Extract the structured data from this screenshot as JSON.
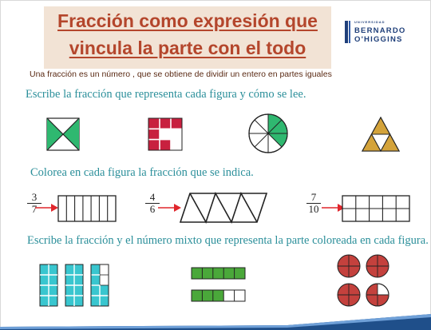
{
  "title": {
    "line1": "Fracción como expresión que",
    "line2": "vincula la parte con el todo"
  },
  "logo": {
    "small": "UNIVERSIDAD",
    "line1": "BERNARDO",
    "line2": "O'HIGGINS"
  },
  "definition": "Una fracción es un número , que se obtiene de dividir un entero en partes iguales",
  "instructions": {
    "write_fraction": "Escribe la fracción que representa cada figura y cómo se lee.",
    "color_figure": "Colorea en cada figura la fracción que se indica.",
    "mixed_number": "Escribe la fracción y el número mixto que representa la parte coloreada en cada figura."
  },
  "fractions": [
    {
      "num": "3",
      "den": "7"
    },
    {
      "num": "4",
      "den": "6"
    },
    {
      "num": "7",
      "den": "10"
    }
  ],
  "colors": {
    "title": "#b4462c",
    "instruction": "#2b8f9a",
    "green": "#2fb870",
    "crimson": "#c8203f",
    "orange": "#d4a33a",
    "teal": "#39c6cf",
    "grass": "#4aa83a",
    "circle_red": "#c4413d",
    "arrow": "#e0262c"
  }
}
